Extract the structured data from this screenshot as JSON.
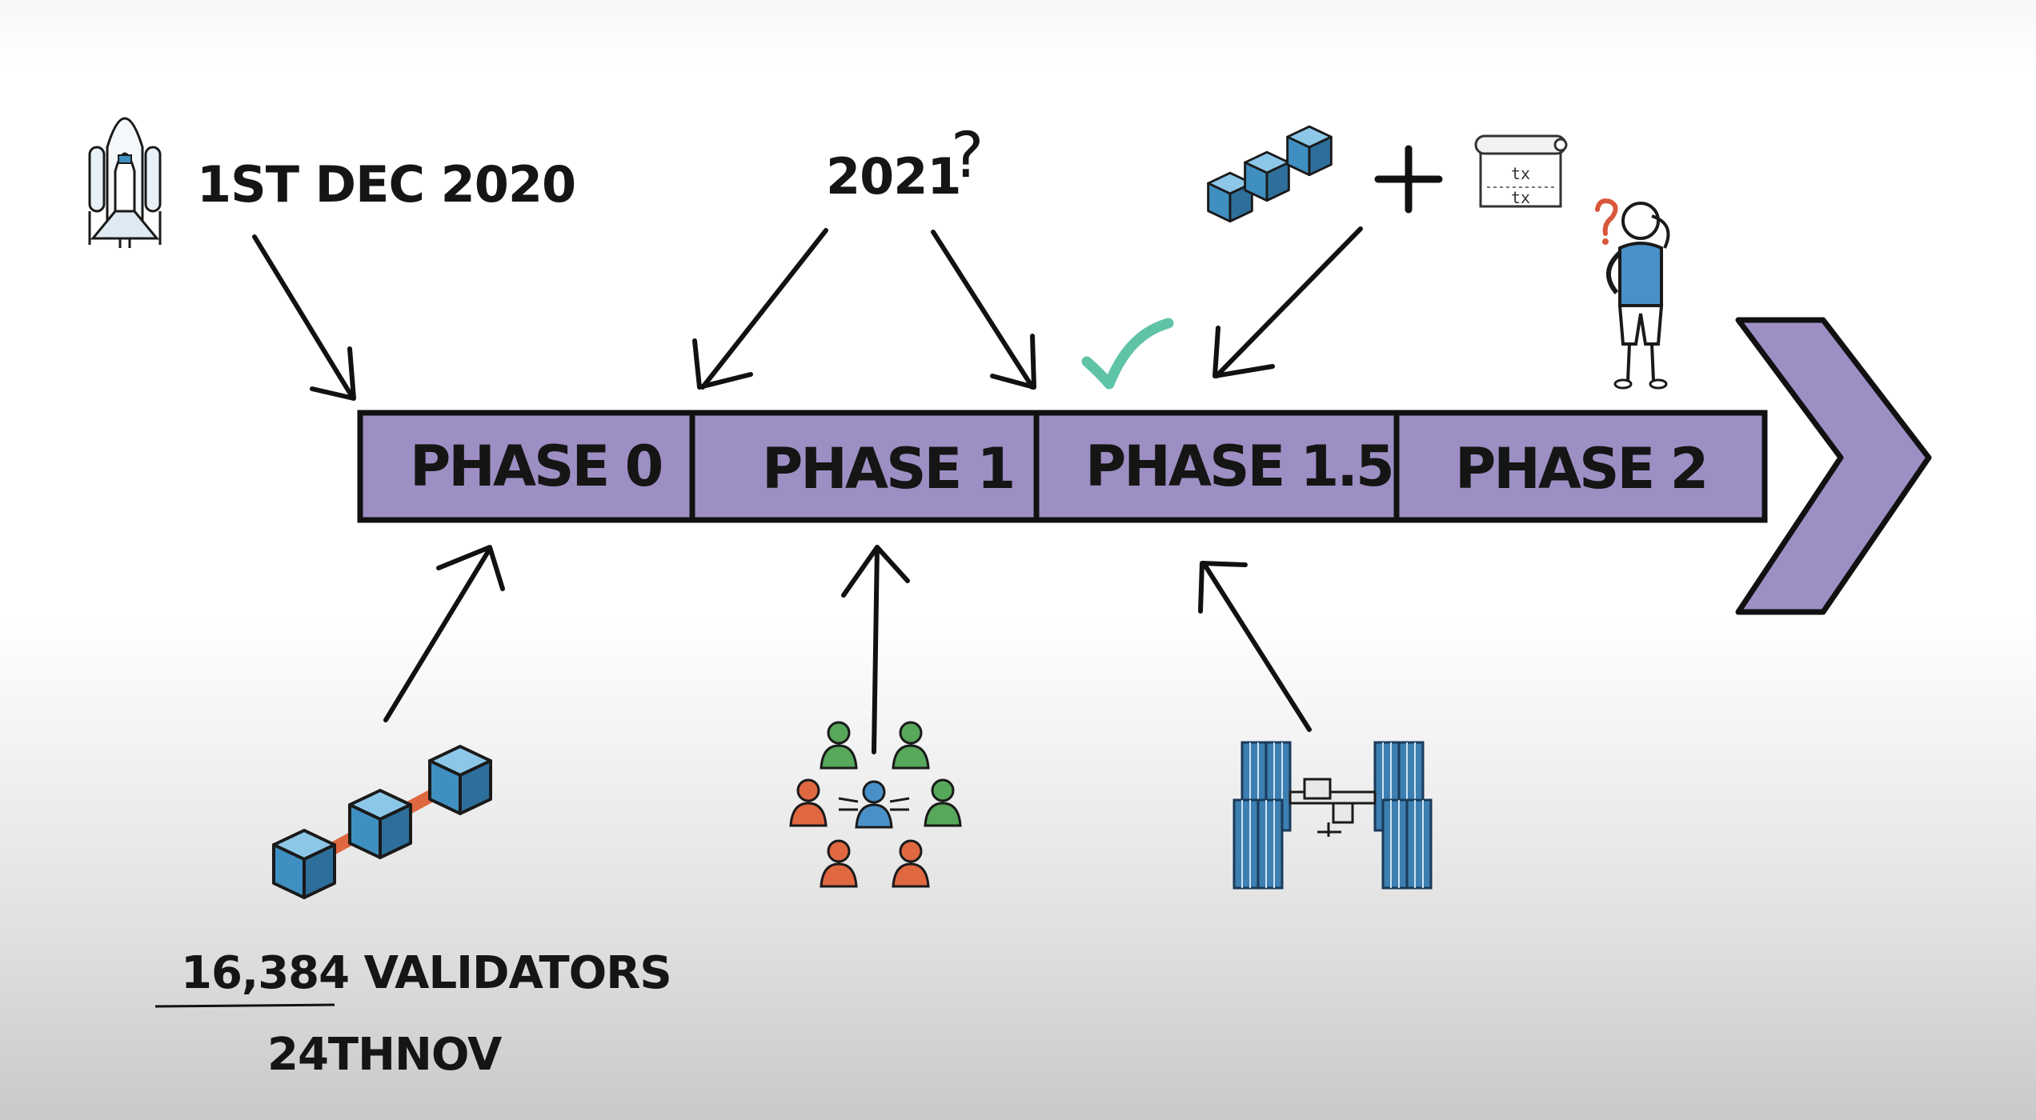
{
  "timeline": {
    "phases": [
      {
        "label": "PHASE 0"
      },
      {
        "label": "PHASE 1"
      },
      {
        "label": "PHASE 1.5"
      },
      {
        "label": "PHASE 2"
      }
    ],
    "colors": {
      "bar": "#9d8fc4",
      "outline": "#111111",
      "arrow_head": "#9d8fc4"
    }
  },
  "annotations": {
    "launch_date": "1ST DEC 2020",
    "year": "2021",
    "year_mark": "?",
    "plus": "+",
    "validators": "16,384 VALIDATORS",
    "deposit_date": "24THNOV",
    "tx_line_1": "tx",
    "tx_line_2": "tx",
    "question_mark": "?"
  },
  "icons": [
    "space-shuttle-icon",
    "blockchain-icon",
    "transaction-scroll-icon",
    "confused-person-icon",
    "checkmark-icon",
    "community-network-icon",
    "space-station-icon"
  ],
  "colors": {
    "block_blue": "#3f8fc0",
    "link_orange": "#e06840",
    "check_green": "#5fc3a8",
    "people_green": "#57a85a",
    "people_orange": "#e06840",
    "person_blue": "#4a90c8"
  }
}
